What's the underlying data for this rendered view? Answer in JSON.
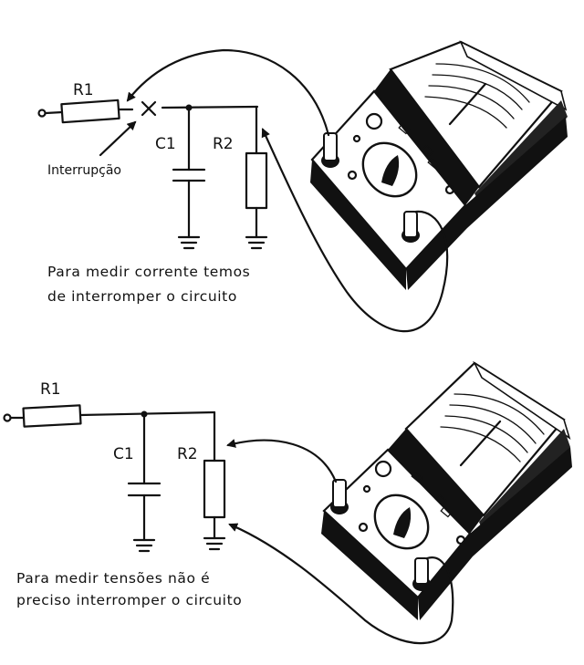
{
  "panel_top": {
    "r1": "R1",
    "c1": "C1",
    "r2": "R2",
    "interruption": "Interrupção",
    "caption_line1": "Para medir corrente temos",
    "caption_line2": "de interromper o circuito"
  },
  "panel_bottom": {
    "r1": "R1",
    "c1": "C1",
    "r2": "R2",
    "caption_line1": "Para  medir tensões não é",
    "caption_line2": "preciso interromper o circuito"
  }
}
